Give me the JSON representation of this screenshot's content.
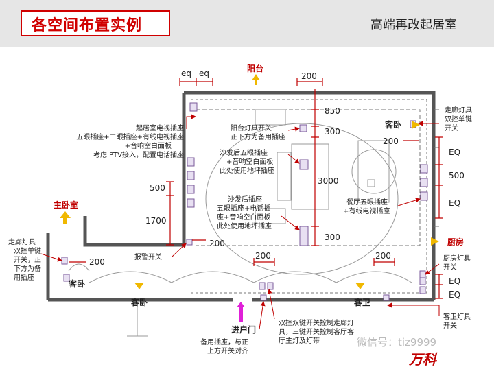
{
  "header": {
    "title": "各空间布置实例",
    "subtitle": "高端再改起居室"
  },
  "rooms": {
    "balcony": "阳台",
    "master_bedroom": "主卧室",
    "bedroom_right": "客卧",
    "bedroom_left": "客卧",
    "bedroom_bottom": "客卧",
    "guest_bath": "客卫",
    "kitchen": "厨房",
    "entrance": "进户门"
  },
  "dims": {
    "eq1": "eq",
    "eq2": "eq",
    "d200_top": "200",
    "d850": "850",
    "d300_a": "300",
    "d3000": "3000",
    "d300_b": "300",
    "d500_left": "500",
    "d1700": "1700",
    "d200_mid": "200",
    "d200_left": "200",
    "d200_bot": "200",
    "d200_r": "200",
    "d200_r2": "200",
    "EQ1": "EQ",
    "d500_r": "500",
    "EQ2": "EQ",
    "EQ3": "EQ",
    "EQ4": "EQ"
  },
  "notes": {
    "tv_wall": [
      "起居室电视插座",
      "五眼插座+二眼插座+有线电视插座",
      "+音响空白面板",
      "考虑IPTV接入，配置电话插座"
    ],
    "balcony_light": [
      "阳台灯具开关",
      "正下方为备用插座"
    ],
    "sofa_back1": [
      "沙发后五眼插座",
      "+音响空白面板",
      "此处使用地坪插座"
    ],
    "sofa_back2": [
      "沙发后插座",
      "五眼插座+电话插",
      "座+音响空白面板",
      "此处使用地坪插座"
    ],
    "alarm": "报警开关",
    "dining": [
      "餐厅五眼插座",
      "+有线电视插座"
    ],
    "corridor_right": [
      "走廊灯具",
      "双控单键",
      "开关"
    ],
    "corridor_left": [
      "走廊灯具",
      "双控单键",
      "开关，正",
      "下方为备",
      "用插座"
    ],
    "kitchen_light": [
      "厨房灯具",
      "开关"
    ],
    "bath_light": [
      "客卫灯具",
      "开关"
    ],
    "double_switch": [
      "双控双键开关控制走廊灯",
      "具，三键开关控制客厅客",
      "厅主灯及灯带"
    ],
    "spare_socket": [
      "备用插座，与正",
      "上方开关对齐"
    ]
  },
  "watermark": "微信号：tiz9999",
  "logo": "万科"
}
